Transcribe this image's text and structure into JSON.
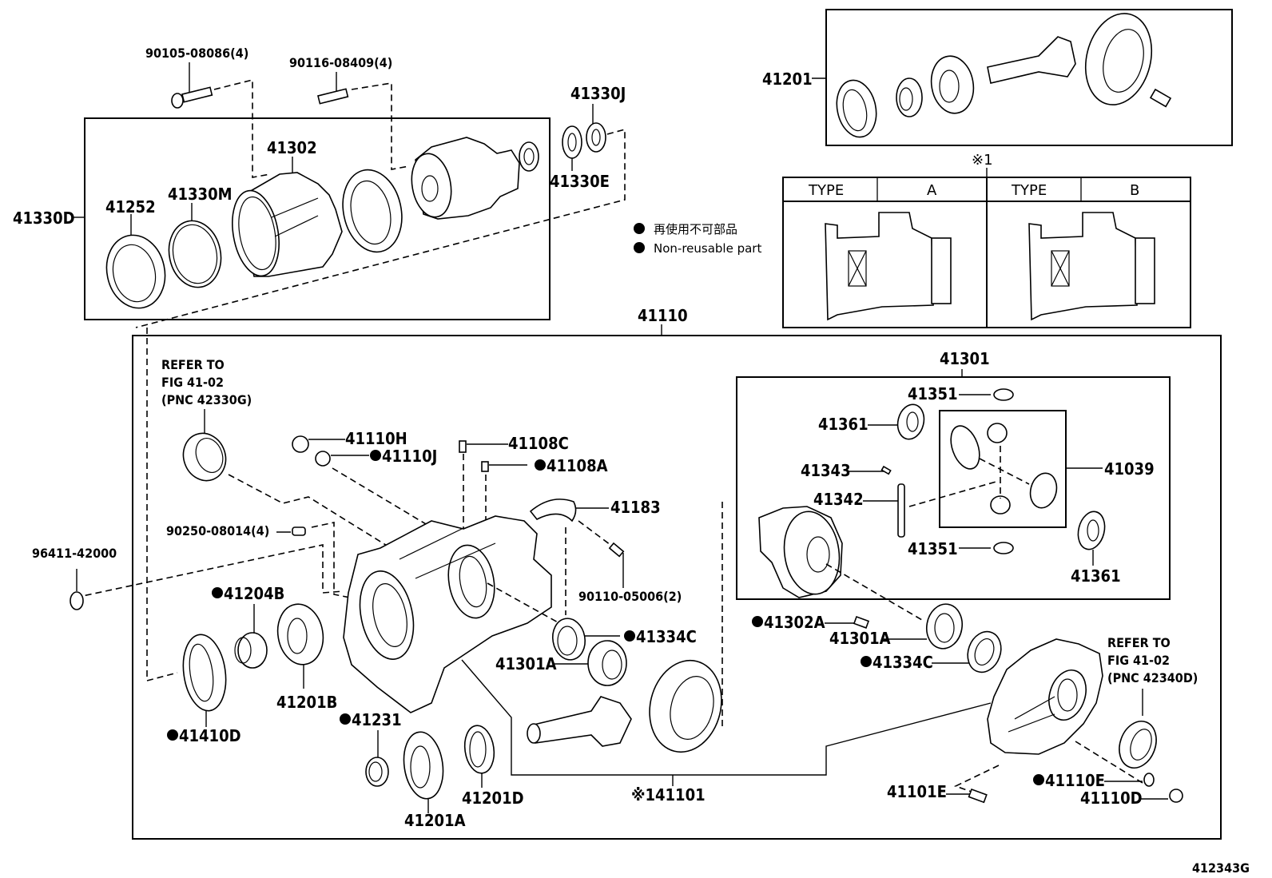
{
  "figure_id": "412343G",
  "legend": {
    "bullet_jp": "再使用不可部品",
    "bullet_en": "Non-reusable part"
  },
  "type_table": {
    "marker": "※1",
    "columns": [
      {
        "header": "TYPE",
        "value": "A"
      },
      {
        "header": "TYPE",
        "value": "B"
      }
    ]
  },
  "references": {
    "left": [
      "REFER TO",
      "FIG 41-02",
      "(PNC 42330G)"
    ],
    "right": [
      "REFER TO",
      "FIG 41-02",
      "(PNC 42340D)"
    ]
  },
  "labels": {
    "p90105": "90105-08086(4)",
    "p90116": "90116-08409(4)",
    "p41330J": "41330J",
    "p41330E": "41330E",
    "p41302": "41302",
    "p41330M": "41330M",
    "p41252": "41252",
    "p41330D": "41330D",
    "p41201": "41201",
    "p41110": "41110",
    "p41301": "41301",
    "p41351a": "41351",
    "p41361a": "41361",
    "p41343": "41343",
    "p41342": "41342",
    "p41039": "41039",
    "p41351b": "41351",
    "p41361b": "41361",
    "p41110H": "41110H",
    "p41110J": "41110J",
    "p41108C": "41108C",
    "p41108A": "41108A",
    "p41183": "41183",
    "p90250": "90250-08014(4)",
    "p90110": "90110-05006(2)",
    "p96411": "96411-42000",
    "p41204B": "41204B",
    "p41201B": "41201B",
    "p41410D": "41410D",
    "p41231": "41231",
    "p41201A": "41201A",
    "p41201D": "41201D",
    "p41334C_a": "41334C",
    "p41301A_a": "41301A",
    "p41302A": "41302A",
    "p41301A_b": "41301A",
    "p41334C_b": "41334C",
    "p41101": "※141101",
    "p41101E": "41101E",
    "p41110E": "41110E",
    "p41110D": "41110D"
  }
}
